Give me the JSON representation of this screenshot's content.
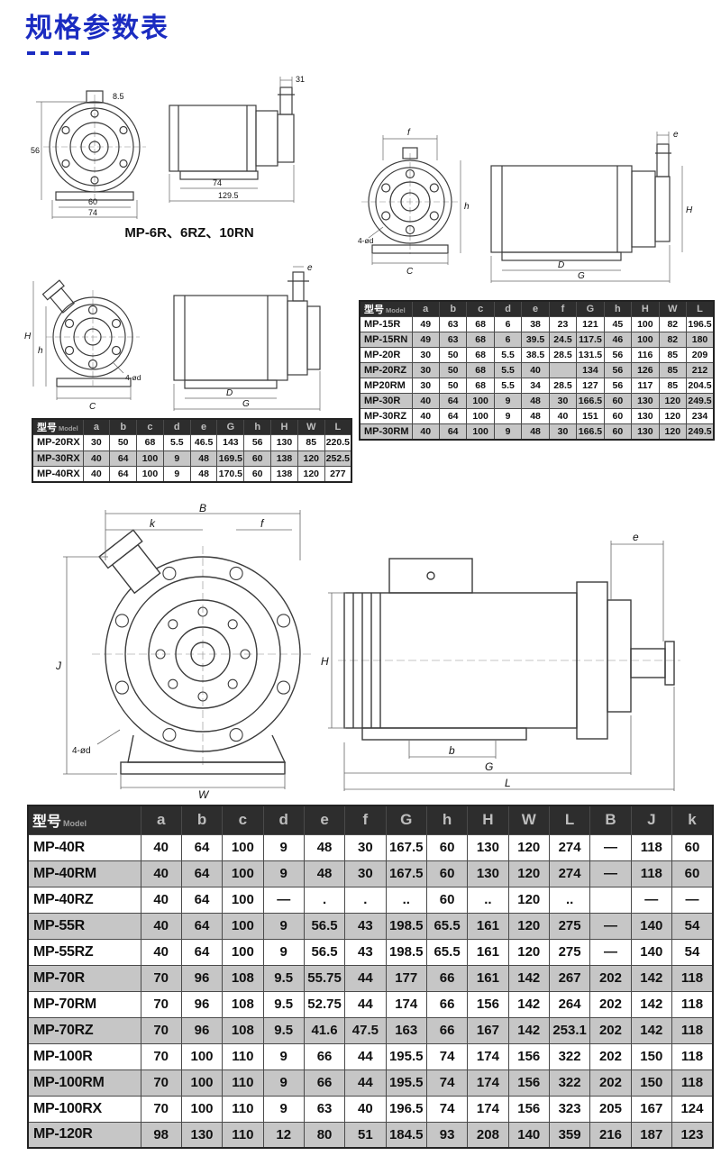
{
  "page": {
    "title": "规格参数表"
  },
  "colors": {
    "title-blue": "#1b2cc1",
    "header-dark": "#2d2d2d",
    "row-gray": "#c6c6c6"
  },
  "drawings": {
    "pumpA": {
      "caption": "MP-6R、6RZ、10RN",
      "dims": {
        "port": "31",
        "base_w": "74",
        "overall_l": "129.5",
        "bolt_span": "60",
        "flange_w": "74",
        "height": "56",
        "note": "8.5"
      }
    },
    "pumpB": {
      "labels": {
        "f": "f",
        "e": "e",
        "h": "h",
        "H": "H",
        "C": "C",
        "D": "D",
        "G": "G",
        "bolt": "4-ød"
      }
    },
    "pumpC": {
      "labels": {
        "H": "H",
        "h": "h",
        "C": "C",
        "e": "e",
        "D": "D",
        "G": "G",
        "bolt": "4-ød"
      }
    },
    "pumpD": {
      "labels": {
        "B": "B",
        "k": "k",
        "f": "f",
        "e": "e",
        "J": "J",
        "H": "H",
        "W": "W",
        "b": "b",
        "G": "G",
        "L": "L",
        "bolt": "4-ød"
      }
    }
  },
  "tables": {
    "right": {
      "model_header": {
        "cn": "型号",
        "en": "Model"
      },
      "columns": [
        "a",
        "b",
        "c",
        "d",
        "e",
        "f",
        "G",
        "h",
        "H",
        "W",
        "L"
      ],
      "rows": [
        {
          "model": "MP-15R",
          "values": [
            "49",
            "63",
            "68",
            "6",
            "38",
            "23",
            "121",
            "45",
            "100",
            "82",
            "196.5"
          ]
        },
        {
          "model": "MP-15RN",
          "values": [
            "49",
            "63",
            "68",
            "6",
            "39.5",
            "24.5",
            "117.5",
            "46",
            "100",
            "82",
            "180"
          ]
        },
        {
          "model": "MP-20R",
          "values": [
            "30",
            "50",
            "68",
            "5.5",
            "38.5",
            "28.5",
            "131.5",
            "56",
            "116",
            "85",
            "209"
          ]
        },
        {
          "model": "MP-20RZ",
          "values": [
            "30",
            "50",
            "68",
            "5.5",
            "40",
            "",
            "134",
            "56",
            "126",
            "85",
            "212"
          ]
        },
        {
          "model": "MP20RM",
          "values": [
            "30",
            "50",
            "68",
            "5.5",
            "34",
            "28.5",
            "127",
            "56",
            "117",
            "85",
            "204.5"
          ]
        },
        {
          "model": "MP-30R",
          "values": [
            "40",
            "64",
            "100",
            "9",
            "48",
            "30",
            "166.5",
            "60",
            "130",
            "120",
            "249.5"
          ]
        },
        {
          "model": "MP-30RZ",
          "values": [
            "40",
            "64",
            "100",
            "9",
            "48",
            "40",
            "151",
            "60",
            "130",
            "120",
            "234"
          ]
        },
        {
          "model": "MP-30RM",
          "values": [
            "40",
            "64",
            "100",
            "9",
            "48",
            "30",
            "166.5",
            "60",
            "130",
            "120",
            "249.5"
          ]
        }
      ]
    },
    "left": {
      "model_header": {
        "cn": "型号",
        "en": "Model"
      },
      "columns": [
        "a",
        "b",
        "c",
        "d",
        "e",
        "G",
        "h",
        "H",
        "W",
        "L"
      ],
      "rows": [
        {
          "model": "MP-20RX",
          "values": [
            "30",
            "50",
            "68",
            "5.5",
            "46.5",
            "143",
            "56",
            "130",
            "85",
            "220.5"
          ]
        },
        {
          "model": "MP-30RX",
          "values": [
            "40",
            "64",
            "100",
            "9",
            "48",
            "169.5",
            "60",
            "138",
            "120",
            "252.5"
          ]
        },
        {
          "model": "MP-40RX",
          "values": [
            "40",
            "64",
            "100",
            "9",
            "48",
            "170.5",
            "60",
            "138",
            "120",
            "277"
          ]
        }
      ]
    },
    "bottom": {
      "model_header": {
        "cn": "型号",
        "en": "Model"
      },
      "columns": [
        "a",
        "b",
        "c",
        "d",
        "e",
        "f",
        "G",
        "h",
        "H",
        "W",
        "L",
        "B",
        "J",
        "k"
      ],
      "rows": [
        {
          "model": "MP-40R",
          "values": [
            "40",
            "64",
            "100",
            "9",
            "48",
            "30",
            "167.5",
            "60",
            "130",
            "120",
            "274",
            "—",
            "118",
            "60"
          ]
        },
        {
          "model": "MP-40RM",
          "values": [
            "40",
            "64",
            "100",
            "9",
            "48",
            "30",
            "167.5",
            "60",
            "130",
            "120",
            "274",
            "—",
            "118",
            "60"
          ]
        },
        {
          "model": "MP-40RZ",
          "values": [
            "40",
            "64",
            "100",
            "—",
            ".",
            ".",
            "..",
            "60",
            "..",
            "120",
            "..",
            "",
            "—",
            "—"
          ]
        },
        {
          "model": "MP-55R",
          "values": [
            "40",
            "64",
            "100",
            "9",
            "56.5",
            "43",
            "198.5",
            "65.5",
            "161",
            "120",
            "275",
            "—",
            "140",
            "54"
          ]
        },
        {
          "model": "MP-55RZ",
          "values": [
            "40",
            "64",
            "100",
            "9",
            "56.5",
            "43",
            "198.5",
            "65.5",
            "161",
            "120",
            "275",
            "—",
            "140",
            "54"
          ]
        },
        {
          "model": "MP-70R",
          "values": [
            "70",
            "96",
            "108",
            "9.5",
            "55.75",
            "44",
            "177",
            "66",
            "161",
            "142",
            "267",
            "202",
            "142",
            "118"
          ]
        },
        {
          "model": "MP-70RM",
          "values": [
            "70",
            "96",
            "108",
            "9.5",
            "52.75",
            "44",
            "174",
            "66",
            "156",
            "142",
            "264",
            "202",
            "142",
            "118"
          ]
        },
        {
          "model": "MP-70RZ",
          "values": [
            "70",
            "96",
            "108",
            "9.5",
            "41.6",
            "47.5",
            "163",
            "66",
            "167",
            "142",
            "253.1",
            "202",
            "142",
            "118"
          ]
        },
        {
          "model": "MP-100R",
          "values": [
            "70",
            "100",
            "110",
            "9",
            "66",
            "44",
            "195.5",
            "74",
            "174",
            "156",
            "322",
            "202",
            "150",
            "118"
          ]
        },
        {
          "model": "MP-100RM",
          "values": [
            "70",
            "100",
            "110",
            "9",
            "66",
            "44",
            "195.5",
            "74",
            "174",
            "156",
            "322",
            "202",
            "150",
            "118"
          ]
        },
        {
          "model": "MP-100RX",
          "values": [
            "70",
            "100",
            "110",
            "9",
            "63",
            "40",
            "196.5",
            "74",
            "174",
            "156",
            "323",
            "205",
            "167",
            "124"
          ]
        },
        {
          "model": "MP-120R",
          "values": [
            "98",
            "130",
            "110",
            "12",
            "80",
            "51",
            "184.5",
            "93",
            "208",
            "140",
            "359",
            "216",
            "187",
            "123"
          ]
        }
      ]
    }
  }
}
